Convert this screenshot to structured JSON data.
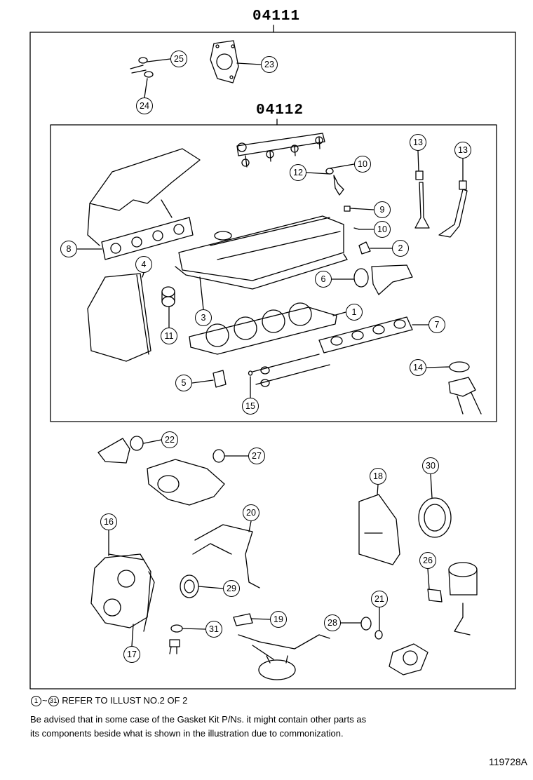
{
  "outer_kit": {
    "code": "04111"
  },
  "inner_kit": {
    "code": "04112"
  },
  "callouts": [
    {
      "id": "1",
      "label": "1"
    },
    {
      "id": "2",
      "label": "2"
    },
    {
      "id": "3",
      "label": "3"
    },
    {
      "id": "4",
      "label": "4"
    },
    {
      "id": "5",
      "label": "5"
    },
    {
      "id": "6",
      "label": "6"
    },
    {
      "id": "7",
      "label": "7"
    },
    {
      "id": "8",
      "label": "8"
    },
    {
      "id": "9",
      "label": "9"
    },
    {
      "id": "10a",
      "label": "10"
    },
    {
      "id": "10b",
      "label": "10"
    },
    {
      "id": "11",
      "label": "11"
    },
    {
      "id": "12",
      "label": "12"
    },
    {
      "id": "13a",
      "label": "13"
    },
    {
      "id": "13b",
      "label": "13"
    },
    {
      "id": "14",
      "label": "14"
    },
    {
      "id": "15",
      "label": "15"
    },
    {
      "id": "16",
      "label": "16"
    },
    {
      "id": "17",
      "label": "17"
    },
    {
      "id": "18",
      "label": "18"
    },
    {
      "id": "19",
      "label": "19"
    },
    {
      "id": "20",
      "label": "20"
    },
    {
      "id": "21",
      "label": "21"
    },
    {
      "id": "22",
      "label": "22"
    },
    {
      "id": "23",
      "label": "23"
    },
    {
      "id": "24",
      "label": "24"
    },
    {
      "id": "25",
      "label": "25"
    },
    {
      "id": "26",
      "label": "26"
    },
    {
      "id": "27",
      "label": "27"
    },
    {
      "id": "28",
      "label": "28"
    },
    {
      "id": "29",
      "label": "29"
    },
    {
      "id": "30",
      "label": "30"
    },
    {
      "id": "31",
      "label": "31"
    }
  ],
  "notes": {
    "range_start": "1",
    "range_sep": "~",
    "range_end": "31",
    "refer_text": "REFER TO ILLUST NO.2 OF 2",
    "advisory_line1": "Be advised that in some case of the Gasket Kit P/Ns.  it might contain other parts as",
    "advisory_line2": "its components beside what is shown in the illustration due to commonization."
  },
  "illustration_code": "119728A"
}
